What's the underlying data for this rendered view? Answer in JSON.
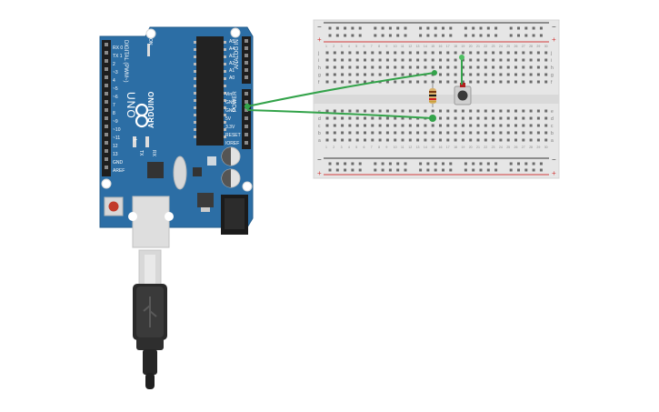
{
  "arduino": {
    "brand": "ARDUINO",
    "model": "UNO",
    "digital_label": "DIGITAL (PWM~)",
    "analog_label": "ANALOG IN",
    "power_label": "POWER",
    "on_label": "ON",
    "tx_label": "TX",
    "rx_label": "RX",
    "l_label": "L",
    "aref_label": "AREF",
    "gnd_label": "GND",
    "digital_pins": [
      "RX 0",
      "TX 1",
      "2",
      "~3",
      "4",
      "~5",
      "~6",
      "7",
      "8",
      "~9",
      "~10",
      "~11",
      "12",
      "13",
      "GND",
      "AREF"
    ],
    "analog_pins": [
      "A5",
      "A4",
      "A3",
      "A2",
      "A1",
      "A0"
    ],
    "power_pins": [
      "Vin",
      "GND",
      "GND",
      "5V",
      "3.3V",
      "RESET",
      "IOREF"
    ]
  },
  "breadboard": {
    "columns": 30,
    "row_letters_top": [
      "j",
      "i",
      "h",
      "g",
      "f"
    ],
    "row_letters_bottom": [
      "e",
      "d",
      "c",
      "b",
      "a"
    ],
    "plus": "+",
    "minus": "−"
  },
  "colors": {
    "board": "#2c6ea5",
    "breadboard": "#e6e6e6",
    "wire": "#33a34a",
    "rail_red": "#d13c3c",
    "rail_black": "#333333"
  }
}
